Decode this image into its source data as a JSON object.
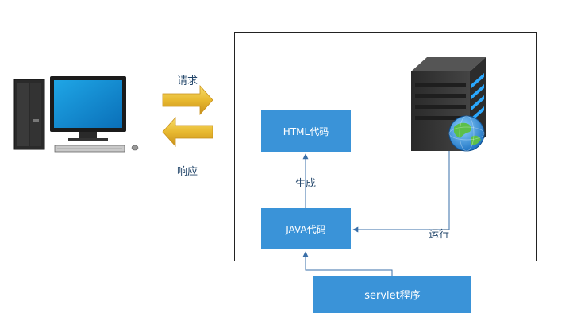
{
  "client": {
    "request_label": "请求",
    "response_label": "响应"
  },
  "server": {
    "html_box_label": "HTML代码",
    "java_box_label": "JAVA代码",
    "generate_label": "生成",
    "run_label": "运行"
  },
  "servlet": {
    "label": "servlet程序"
  },
  "colors": {
    "box_blue": "#3a93d8",
    "arrow_blue": "#3a6fa8",
    "gold": "#e8b930",
    "label_text": "#24476b"
  }
}
